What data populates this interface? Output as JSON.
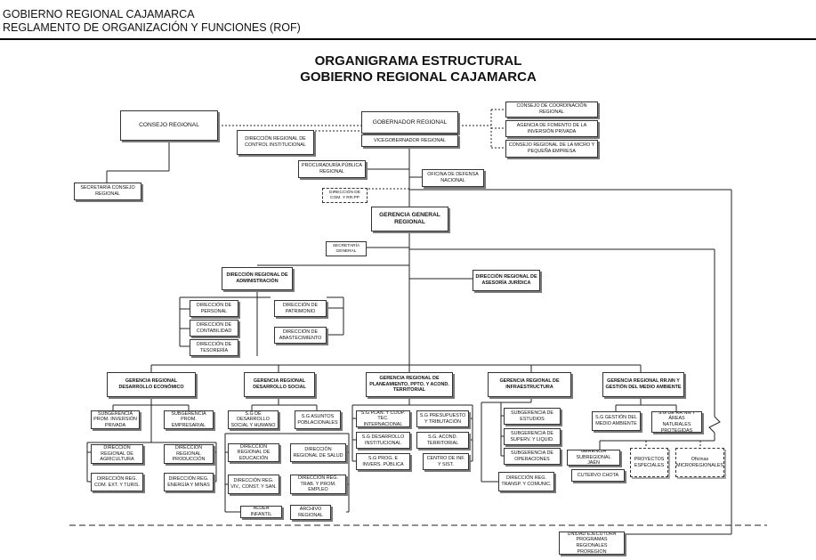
{
  "header": {
    "line1": "GOBIERNO REGIONAL CAJAMARCA",
    "line2": "REGLAMENTO DE ORGANIZACIÓN Y FUNCIONES (ROF)"
  },
  "title": {
    "line1": "ORGANIGRAMA ESTRUCTURAL",
    "line2": "GOBIERNO REGIONAL CAJAMARCA"
  },
  "org": {
    "consejo_regional": "CONSEJO REGIONAL",
    "secretaria_consejo": "SECRETARÍA CONSEJO REGIONAL",
    "gobernador": "GOBERNADOR REGIONAL",
    "vicegobernador": "VICEGOBERNADOR REGIONAL",
    "control_institucional": "DIRECCIÓN REGIONAL DE CONTROL INSTITUCIONAL",
    "consejo_coordinacion": "CONSEJO DE COORDINACIÓN REGIONAL",
    "agencia_fomento": "AGENCIA DE FOMENTO DE LA INVERSIÓN PRIVADA",
    "consejo_mype": "CONSEJO REGIONAL DE LA MICRO Y PEQUEÑA EMPRESA",
    "procuraduria": "PROCURADURÍA PÚBLICA REGIONAL",
    "defensa_nacional": "OFICINA DE DEFENSA NACIONAL",
    "direccion_com": "DIRECCIÓN DE COM. Y RR.PP",
    "gerencia_general": "GERENCIA GENERAL REGIONAL",
    "secretaria_general": "SECRETARÍA GENERAL",
    "dir_administracion": "DIRECCIÓN REGIONAL DE ADMINISTRACIÓN",
    "asesoria_juridica": "DIRECCIÓN REGIONAL DE ASESORÍA JURÍDICA",
    "dir_personal": "DIRECCIÓN DE PERSONAL",
    "dir_contabilidad": "DIRECCIÓN DE CONTABILIDAD",
    "dir_tesoreria": "DIRECCIÓN DE TESORERÍA",
    "dir_patrimonio": "DIRECCIÓN DE PATRIMONIO",
    "dir_abastecimiento": "DIRECCIÓN DE ABASTECIMIENTO",
    "ger_economico": "GERENCIA REGIONAL DESARROLLO ECONÓMICO",
    "ger_social": "GERENCIA REGIONAL DESARROLLO SOCIAL",
    "ger_planeamiento": "GERENCIA REGIONAL DE PLANEAMIENTO, PPTO. Y ACOND. TERRITORIAL",
    "ger_infraestructura": "GERENCIA REGIONAL DE INFRAESTRUCTURA",
    "ger_rrnn": "GERENCIA REGIONAL RR.NN Y GESTIÓN DEL MEDIO AMBIENTE",
    "sub_inversion_privada": "SUBGERENCIA PROM. INVERSIÓN PRIVADA",
    "sub_empresarial": "SUBGERENCIA PROM. EMPRESARIAL",
    "dr_agricultura": "DIRECCIÓN REGIONAL DE AGRICULTURA",
    "dr_produccion": "DIRECCIÓN REGIONAL PRODUCCIÓN",
    "dr_comercio": "DIRECCIÓN REG. COM. EXT. Y TURIS.",
    "dr_energia": "DIRECCIÓN REG. ENERGÍA Y MINAS",
    "sg_desarrollo_social": "S.G DE DESARROLLO SOCIAL Y HUMANO",
    "sg_asuntos": "S.G ASUNTOS POBLACIONALES",
    "dr_educacion": "DIRECCIÓN REGIONAL DE EDUCACIÓN",
    "dr_salud": "DIRECCIÓN REGIONAL DE SALUD",
    "dr_vivienda": "DIRECCIÓN REG. VIV., CONST. Y SAN.",
    "dr_trabajo": "DIRECCIÓN REG. TRAB. Y PROM. EMPLEO",
    "aldea_infantil": "ALDEA INFANTIL",
    "archivo_regional": "ARCHIVO REGIONAL",
    "sg_plan": "S.G PLAN. Y COOP. TEC. INTERNACIONAL",
    "sg_presupuesto": "S.G PRESUPUESTO Y TRIBUTACIÓN",
    "sg_desarrollo_inst": "S.G DESARROLLO INSTITUCIONAL",
    "sg_acond": "S.G. ACOND. TERRITORIAL",
    "sg_prog_invers": "S.G PROG. E INVERS. PÚBLICA",
    "centro_inf": "CENTRO DE INF. Y SIST.",
    "sub_estudios": "SUBGERENCIA DE ESTUDIOS",
    "sub_superv": "SUBGERENCIA DE SUPERV. Y LIQUID.",
    "sub_operaciones": "SUBGERENCIA DE OPERACIONES",
    "dr_transportes": "DIRECCIÓN REG. TRANSP. Y COMUNIC.",
    "sg_gestion_ambiente": "S.G GESTIÓN DEL MEDIO AMBIENTE",
    "sg_rrnn_areas": "S.G DE RR.NN Y ÁREAS NATURALES PROTEGIDAS",
    "gerencia_jaen": "GERENCIA SUBREGIONAL JAÉN",
    "cutervo_chota": "CUTERVO CHOTA",
    "proyectos_especiales": "PROYECTOS ESPECIALES",
    "oficinas_microregionales": "Oficinas MICROREGIONALES",
    "unidad_ejecutora": "UNIDAD EJECUTORA PROGRAMAS REGIONALES PROREGION"
  }
}
